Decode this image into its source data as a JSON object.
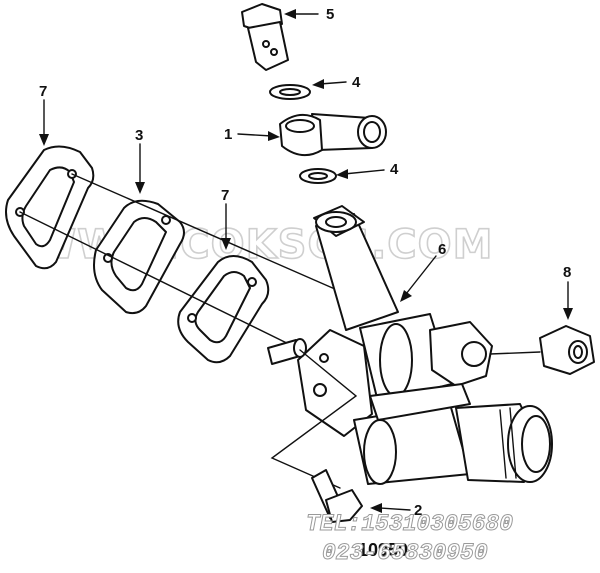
{
  "callouts": {
    "c1": "1",
    "c2": "2",
    "c3": "3",
    "c4a": "4",
    "c4b": "4",
    "c5": "5",
    "c6": "6",
    "c7a": "7",
    "c7b": "7",
    "c8": "8"
  },
  "watermark": "WWW.CQKSGS.COM",
  "footer": {
    "tel": "TEL:15310305680",
    "phone": "023-65830950",
    "code": "10950"
  }
}
